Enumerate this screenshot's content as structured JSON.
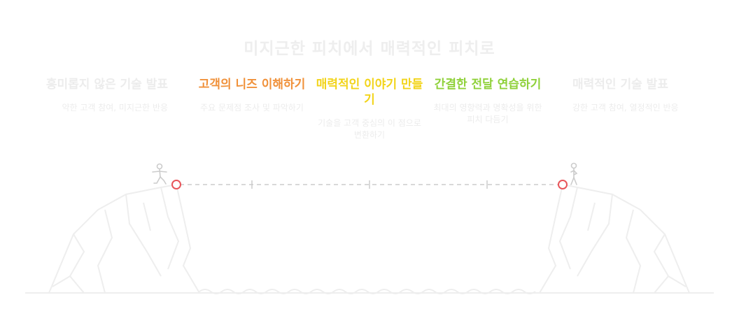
{
  "title": "미지근한 피치에서 매력적인 피치로",
  "start": {
    "title": "흥미롭지 않은 기술 발표",
    "desc": "약한 고객 참여, 미지근한 반응"
  },
  "steps": [
    {
      "title": "고객의 니즈 이해하기",
      "desc": "주요 문제점 조사 및 파악하기",
      "color": "#f0913a"
    },
    {
      "title": "매력적인 이야기 만들기",
      "desc": "기술을 고객 중심의 이 점으로 변환하기",
      "color": "#f2d41a"
    },
    {
      "title": "간결한 전달 연습하기",
      "desc": "최대의 영향력과 명확성을 위한 피치 다듬기",
      "color": "#8fd13a"
    }
  ],
  "end": {
    "title": "매력적인 기술 발표",
    "desc": "강한 고객 참여, 열정적인 반응"
  },
  "colors": {
    "faded_text": "#ececec",
    "line": "#cccccc",
    "endpoint": "#e8555a",
    "terrain": "#eeeeee"
  }
}
